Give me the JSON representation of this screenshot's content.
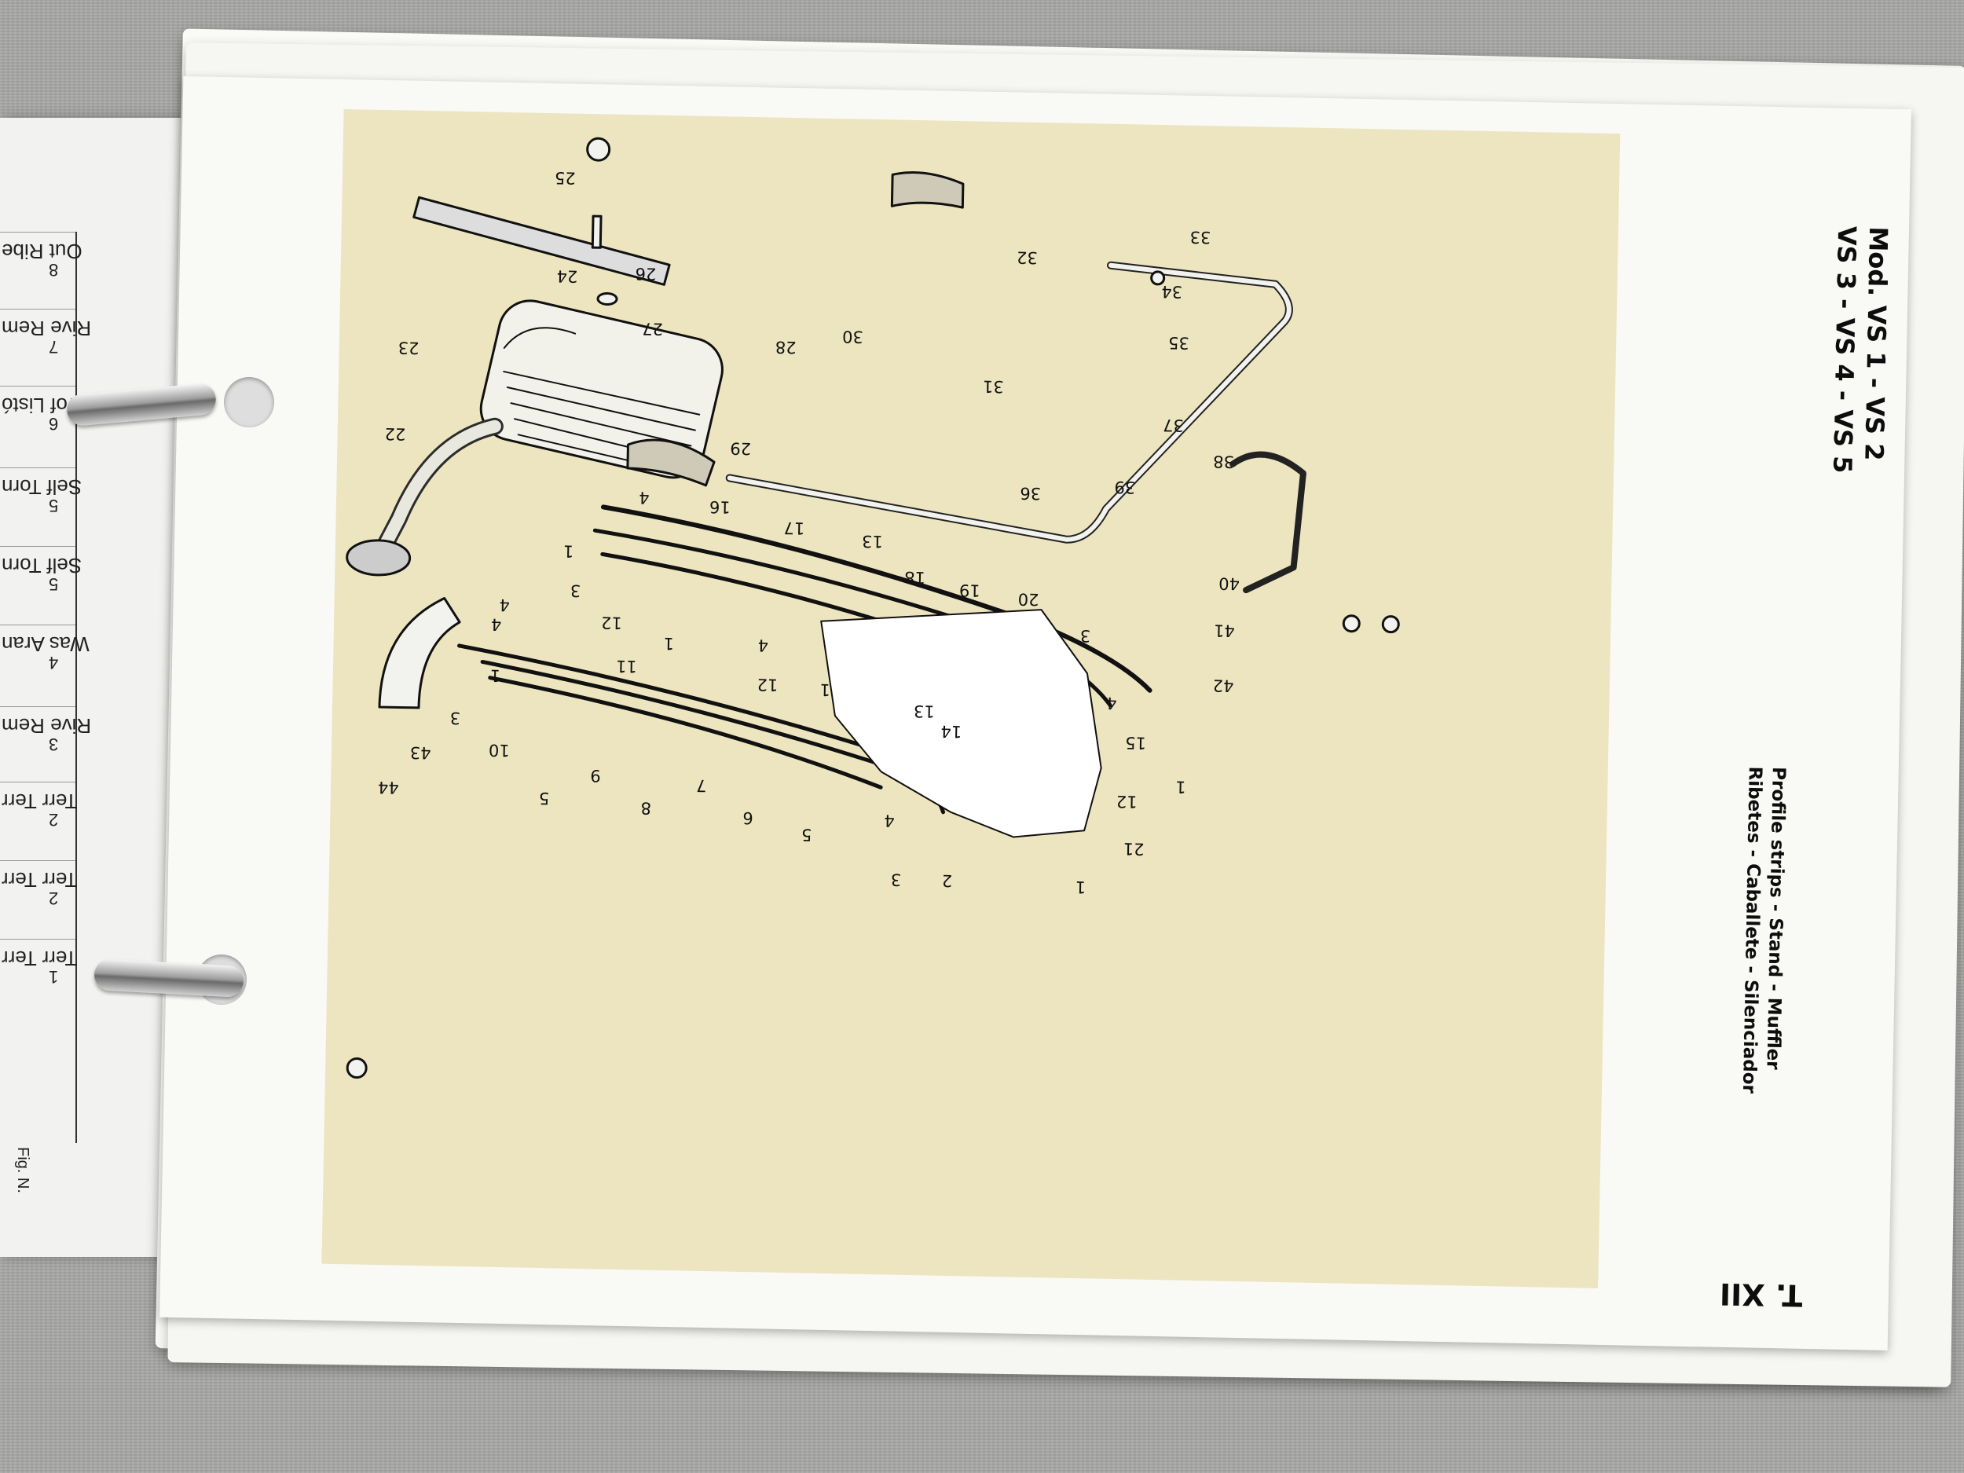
{
  "left_page": {
    "rows": [
      {
        "num": "8",
        "text": "Out Ribe"
      },
      {
        "num": "7",
        "text": "Rive Rem"
      },
      {
        "num": "6",
        "text": "Prof Listó"
      },
      {
        "num": "5",
        "text": "Self Torn"
      },
      {
        "num": "5",
        "text": "Self Torn"
      },
      {
        "num": "4",
        "text": "Was Aran"
      },
      {
        "num": "3",
        "text": "Rive Rem"
      },
      {
        "num": "2",
        "text": "Terr Terr"
      },
      {
        "num": "2",
        "text": "Terr Terr"
      },
      {
        "num": "1",
        "text": "Terr Terr"
      }
    ],
    "fig_header": "Fig. N."
  },
  "plate": {
    "model_line1": "Mod. VS 1 - VS 2",
    "model_line2": "VS 3 - VS 4 - VS 5",
    "title_line1": "Profile strips - Stand - Muffler",
    "title_line2": "Ribetes - Caballete - Silenciador",
    "table_no": "T. XII",
    "callouts": [
      {
        "id": "c25",
        "text": "25"
      },
      {
        "id": "c24",
        "text": "24"
      },
      {
        "id": "c26",
        "text": "26"
      },
      {
        "id": "c27",
        "text": "27"
      },
      {
        "id": "c23",
        "text": "23"
      },
      {
        "id": "c22",
        "text": "22"
      },
      {
        "id": "c28",
        "text": "28"
      },
      {
        "id": "c29",
        "text": "29"
      },
      {
        "id": "c30",
        "text": "30"
      },
      {
        "id": "c31",
        "text": "31"
      },
      {
        "id": "c32",
        "text": "32"
      },
      {
        "id": "c33",
        "text": "33"
      },
      {
        "id": "c34",
        "text": "34"
      },
      {
        "id": "c35",
        "text": "35"
      },
      {
        "id": "c36",
        "text": "36"
      },
      {
        "id": "c37",
        "text": "37"
      },
      {
        "id": "c38",
        "text": "38"
      },
      {
        "id": "c39",
        "text": "39"
      },
      {
        "id": "c40",
        "text": "40"
      },
      {
        "id": "c41",
        "text": "41"
      },
      {
        "id": "c42",
        "text": "42"
      },
      {
        "id": "c16",
        "text": "16"
      },
      {
        "id": "c17",
        "text": "17"
      },
      {
        "id": "c13a",
        "text": "13"
      },
      {
        "id": "c18",
        "text": "18"
      },
      {
        "id": "c19",
        "text": "19"
      },
      {
        "id": "c20",
        "text": "20"
      },
      {
        "id": "c3a",
        "text": "3"
      },
      {
        "id": "c4a",
        "text": "4"
      },
      {
        "id": "c1a",
        "text": "1"
      },
      {
        "id": "c3b",
        "text": "3"
      },
      {
        "id": "c12a",
        "text": "12"
      },
      {
        "id": "c4b",
        "text": "4"
      },
      {
        "id": "c12b",
        "text": "12"
      },
      {
        "id": "c1b",
        "text": "1"
      },
      {
        "id": "c4c",
        "text": "4"
      },
      {
        "id": "c11",
        "text": "11"
      },
      {
        "id": "c1c",
        "text": "1"
      },
      {
        "id": "c1d",
        "text": "1"
      },
      {
        "id": "c3c",
        "text": "3"
      },
      {
        "id": "c4d",
        "text": "4"
      },
      {
        "id": "c13b",
        "text": "13"
      },
      {
        "id": "c15",
        "text": "15"
      },
      {
        "id": "c14",
        "text": "14"
      },
      {
        "id": "c1e",
        "text": "1"
      },
      {
        "id": "c12c",
        "text": "12"
      },
      {
        "id": "c21",
        "text": "21"
      },
      {
        "id": "c1f",
        "text": "1"
      },
      {
        "id": "c10",
        "text": "10"
      },
      {
        "id": "c9",
        "text": "9"
      },
      {
        "id": "c5a",
        "text": "5"
      },
      {
        "id": "c8",
        "text": "8"
      },
      {
        "id": "c7",
        "text": "7"
      },
      {
        "id": "c6",
        "text": "6"
      },
      {
        "id": "c5b",
        "text": "5"
      },
      {
        "id": "c4e",
        "text": "4"
      },
      {
        "id": "c2",
        "text": "2"
      },
      {
        "id": "c3d",
        "text": "3"
      },
      {
        "id": "c43",
        "text": "43"
      },
      {
        "id": "c44",
        "text": "44"
      },
      {
        "id": "c4f",
        "text": "4"
      },
      {
        "id": "c3e",
        "text": "3"
      }
    ]
  }
}
